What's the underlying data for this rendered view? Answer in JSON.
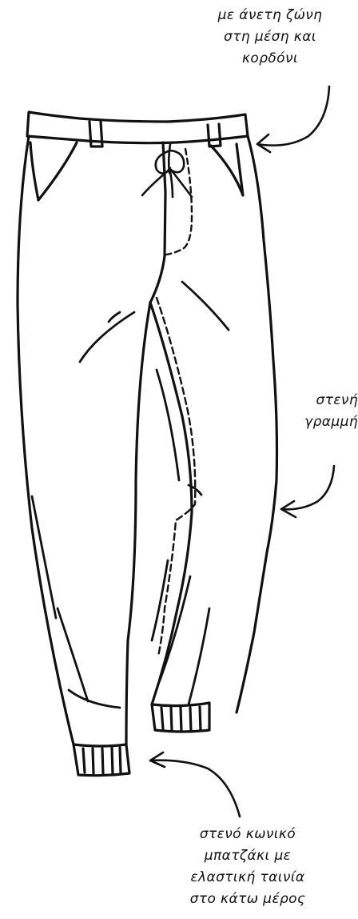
{
  "annotations": {
    "waistband": {
      "lines": [
        "με άνετη ζώνη",
        "στη μέση και",
        "κορδόνι"
      ]
    },
    "leg_line": {
      "lines": [
        "στενή",
        "γραμμή"
      ]
    },
    "cuff": {
      "lines": [
        "στενό κωνικό",
        "μπατζάκι με",
        "ελαστική ταινία",
        "στο κάτω μέρος"
      ]
    }
  },
  "colors": {
    "ink": "#111111",
    "background": "#ffffff"
  }
}
